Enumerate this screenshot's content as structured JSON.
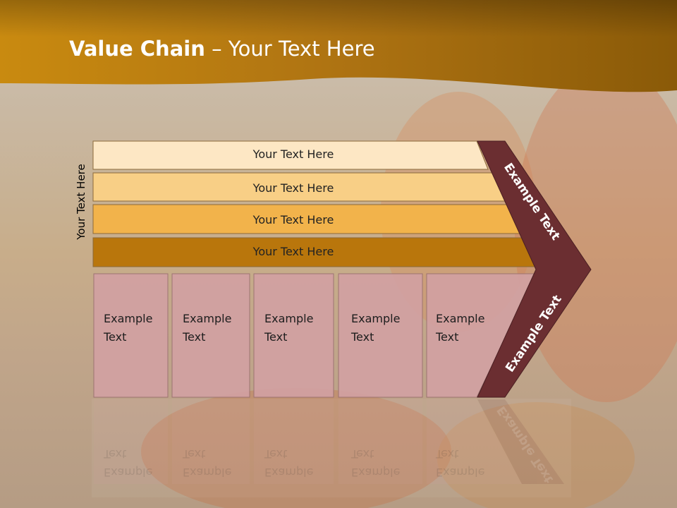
{
  "slide": {
    "title_bold": "Value Chain",
    "title_rest": " – Your Text Here",
    "vertical_label": "Your Text Here"
  },
  "bars": [
    {
      "text": "Your Text Here",
      "color": "#fde7c4"
    },
    {
      "text": "Your Text Here",
      "color": "#f8cf86"
    },
    {
      "text": "Your Text Here",
      "color": "#f2b34b"
    },
    {
      "text": "Your Text Here",
      "color": "#b9760c"
    }
  ],
  "boxes": [
    {
      "line1": "Example",
      "line2": "Text"
    },
    {
      "line1": "Example",
      "line2": "Text"
    },
    {
      "line1": "Example",
      "line2": "Text"
    },
    {
      "line1": "Example",
      "line2": "Text"
    },
    {
      "line1": "Example",
      "line2": "Text"
    }
  ],
  "chevron": {
    "upper_text": "Example Text",
    "lower_text": "Example Text",
    "color": "#6b2e31"
  },
  "colors": {
    "header": "#b5750a",
    "box_fill": "#d2a1a2"
  }
}
